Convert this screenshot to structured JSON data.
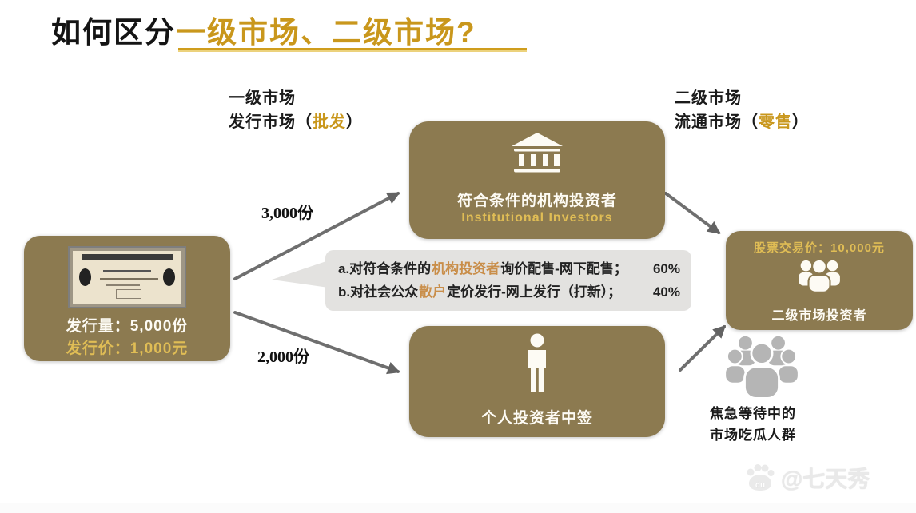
{
  "title": {
    "black": "如何区分",
    "gold": "一级市场、二级市场?"
  },
  "labels": {
    "primary": {
      "line1": "一级市场",
      "line2_pre": "发行市场（",
      "line2_gold": "批发",
      "line2_post": "）"
    },
    "secondary": {
      "line1": "二级市场",
      "line2_pre": "流通市场（",
      "line2_gold": "零售",
      "line2_post": "）"
    }
  },
  "issuer_box": {
    "volume": "发行量：5,000份",
    "price": "发行价：1,000元"
  },
  "institution_box": {
    "title": "符合条件的机构投资者",
    "subtitle": "Institutional Investors"
  },
  "individual_box": {
    "title": "个人投资者中签"
  },
  "secondary_box": {
    "price": "股票交易价：10,000元",
    "title": "二级市场投资者"
  },
  "bubble": {
    "line_a": {
      "pre": "a.对符合条件的",
      "highlight": "机构投资者",
      "mid": "询价配售-网下配售；",
      "pct": "60%"
    },
    "line_b": {
      "pre": "b.对社会公众",
      "highlight": "散户",
      "mid": "定价发行-网上发行（打新）；",
      "pct": "40%"
    }
  },
  "arrows": {
    "to_institution": "3,000份",
    "to_individual": "2,000份"
  },
  "crowd": {
    "line1": "焦急等待中的",
    "line2": "市场吃瓜人群"
  },
  "watermark": {
    "handle": "@七天秀",
    "paw": "du"
  },
  "icons": {
    "issuer": "stock-certificate-image",
    "institution": "bank-building-icon",
    "individual": "person-icon",
    "secondary_investors": "people-group-icon",
    "crowd": "gray-crowd-icon",
    "watermark": "paw-icon"
  },
  "colors": {
    "box_olive": "#8c7a50",
    "title_gold": "#c9971c",
    "box_gold_text": "#e0bd55",
    "bubble_bg": "#e3e2e0",
    "bubble_highlight": "#c98e4a",
    "arrow_gray": "#6a6a6a",
    "crowd_gray": "#b5b5b5"
  }
}
